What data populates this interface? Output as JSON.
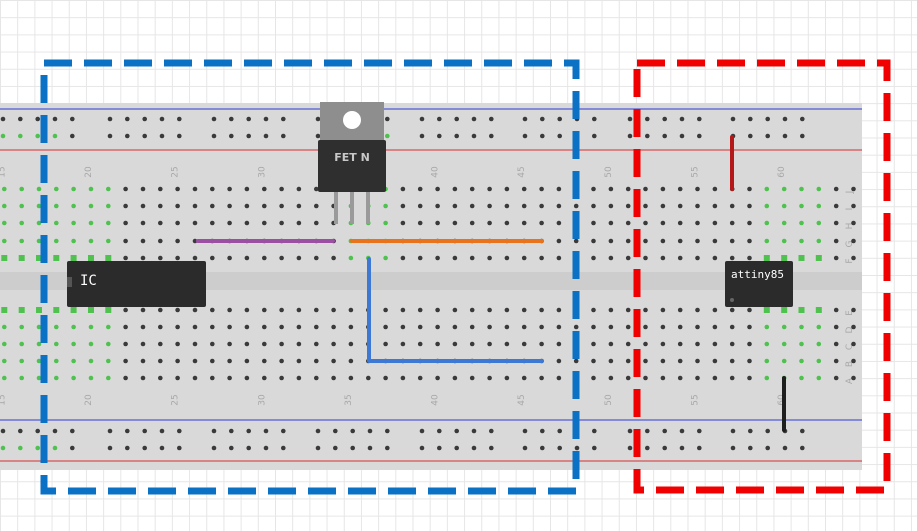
{
  "breadboard": {
    "column_numbers": [
      "15",
      "20",
      "25",
      "30",
      "35",
      "40",
      "45",
      "50",
      "55",
      "60"
    ],
    "row_letters_top": [
      "J",
      "I",
      "H",
      "G",
      "F"
    ],
    "row_letters_bottom": [
      "E",
      "D",
      "C",
      "B",
      "A"
    ]
  },
  "components": {
    "ic": {
      "label": "IC"
    },
    "attiny": {
      "label": "attiny85"
    },
    "fet": {
      "label": "FET N"
    }
  },
  "colors": {
    "board": "#d9d9d9",
    "rail_blue": "#2e3cd6",
    "rail_red": "#d62e2e",
    "hole": "#3a3a3a",
    "hole_active": "#4fc14f",
    "wire_purple": "#9b4fa3",
    "wire_orange": "#e8731a",
    "wire_blue": "#3d78d4",
    "wire_red": "#b51818",
    "wire_black": "#1e1e1e",
    "box_blue": "#0a71c4",
    "box_red": "#f00000"
  }
}
